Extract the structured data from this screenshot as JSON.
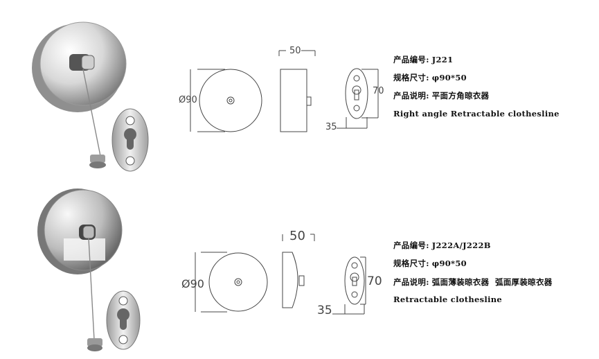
{
  "products": [
    {
      "code_label": "产品编号:",
      "code": "J221",
      "size_label": "规格尺寸:",
      "size": "φ90*50",
      "desc_label": "产品说明:",
      "desc_cn": "平面方角晾衣器",
      "desc_en": "Right angle Retractable clothesline",
      "dims": {
        "diameter": "Ø90",
        "depth": "50",
        "bracket_h": "70",
        "bracket_w": "35"
      }
    },
    {
      "code_label": "产品编号:",
      "code": "J222A/J222B",
      "size_label": "规格尺寸:",
      "size": "φ90*50",
      "desc_label": "产品说明:",
      "desc_cn": "弧面薄装晾衣器  弧面厚装晾衣器",
      "desc_en": "Retractable clothesline",
      "dims": {
        "diameter": "Ø90",
        "depth": "50",
        "bracket_h": "70",
        "bracket_w": "35"
      }
    }
  ],
  "colors": {
    "metal_light": "#e9e9e9",
    "metal_dark": "#8a8a8a",
    "line": "#444444"
  }
}
